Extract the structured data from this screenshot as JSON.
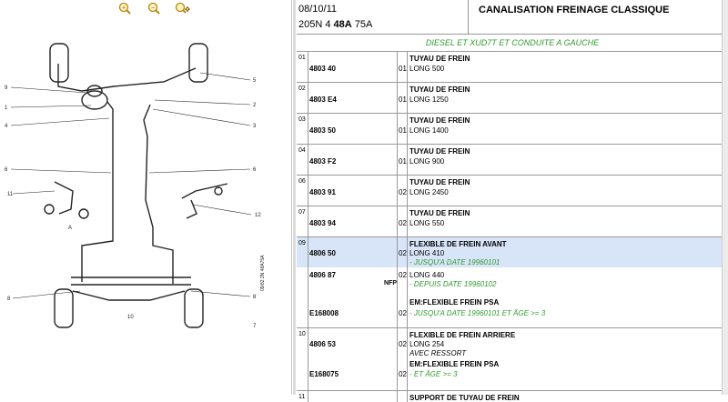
{
  "toolbar": {
    "zoom_in_label": "+",
    "zoom_out_label": "−",
    "zoom_move_label": "✥"
  },
  "diagram": {
    "labels": [
      "9",
      "1",
      "4",
      "6",
      "11",
      "A",
      "8",
      "10",
      "5",
      "2",
      "3",
      "6",
      "12",
      "8",
      "7"
    ],
    "vertical_text": "09/82  2N  48A75A"
  },
  "header": {
    "date": "08/10/11",
    "ref_pre": "205N 4 ",
    "ref_bold": "48A",
    "ref_post": " 75A",
    "title": "CANALISATION FREINAGE CLASSIQUE"
  },
  "subtitle": "DIESEL ET XUD7T ET CONDUITE A GAUCHE",
  "rows": [
    {
      "num": "01",
      "pn": "4803 40",
      "qty": "01",
      "d1": "TUYAU DE FREIN",
      "d2": "LONG 500"
    },
    {
      "num": "02",
      "pn": "4803 E4",
      "qty": "01",
      "d1": "TUYAU DE FREIN",
      "d2": "LONG 1250"
    },
    {
      "num": "03",
      "pn": "4803 50",
      "qty": "01",
      "d1": "TUYAU DE FREIN",
      "d2": "LONG 1400"
    },
    {
      "num": "04",
      "pn": "4803 F2",
      "qty": "01",
      "d1": "TUYAU DE FREIN",
      "d2": "LONG 900"
    },
    {
      "num": "06",
      "pn": "4803 91",
      "qty": "02",
      "d1": "TUYAU DE FREIN",
      "d2": "LONG 2450"
    },
    {
      "num": "07",
      "pn": "4803 94",
      "qty": "02",
      "d1": "TUYAU DE FREIN",
      "d2": "LONG 550"
    }
  ],
  "row09": {
    "num": "09",
    "pn1": "4806 50",
    "qty1": "02",
    "d1": "FLEXIBLE DE FREIN AVANT",
    "d2": "LONG 410",
    "d3": "- JUSQU'A DATE 19960101",
    "pn2": "4806 87",
    "flag": "NFP",
    "qty2": "02",
    "d4": "LONG 440",
    "d5": "- DEPUIS DATE 19960102",
    "pn3": "E168008",
    "qty3": "02",
    "d6": "EM:FLEXIBLE FREIN PSA",
    "d7": "- JUSQU'A DATE 19960101 ET ÂGE >= 3"
  },
  "row10": {
    "num": "10",
    "pn1": "4806 53",
    "qty1": "02",
    "d1": "FLEXIBLE DE FREIN ARRIERE",
    "d2": "LONG 254",
    "d3": "AVEC RESSORT",
    "pn2": "E168075",
    "qty2": "02",
    "d4": "EM:FLEXIBLE FREIN PSA",
    "d5": "- ET ÂGE >= 3"
  },
  "row11": {
    "num": "11",
    "d1": "SUPPORT DE TUYAU DE FREIN"
  }
}
